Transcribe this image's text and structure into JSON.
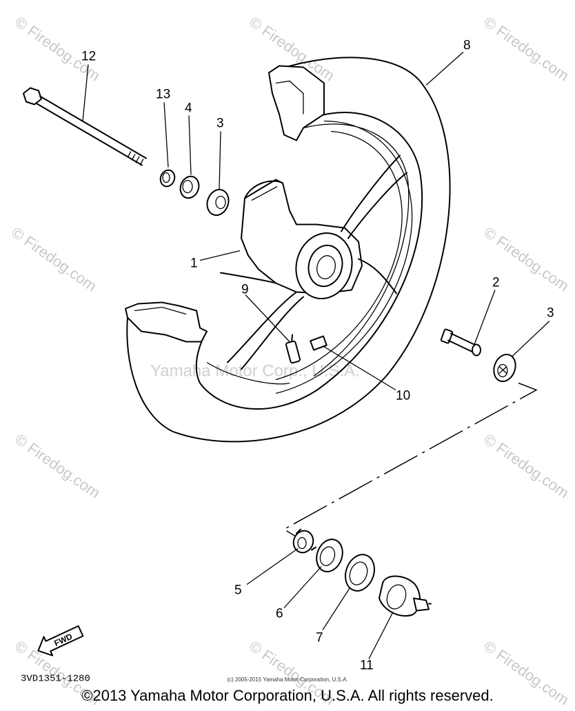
{
  "watermark": {
    "site_text": "© Firedog.com",
    "center_text": "Yamaha Motor Corp., U.S.A."
  },
  "callouts": {
    "rim": "1",
    "bolt": "2",
    "bearing_left": "3",
    "bearing_right": "3",
    "oil_seal": "4",
    "clutch": "5",
    "collar_6": "6",
    "seal_7": "7",
    "tire": "8",
    "valve": "9",
    "balance_weight": "10",
    "gear_unit": "11",
    "axle": "12",
    "collar_13": "13"
  },
  "fwd_label": "FWD",
  "diagram_code": "3VD1351-1280",
  "small_copyright": "(c) 2005-2015 Yamaha Motor Corporation, U.S.A.",
  "footer_copyright": "©2013 Yamaha Motor Corporation, U.S.A. All rights reserved."
}
